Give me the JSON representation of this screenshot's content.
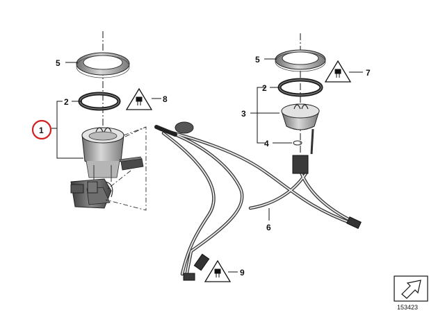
{
  "callouts": {
    "c1": "1",
    "c2_left": "2",
    "c2_right": "2",
    "c3": "3",
    "c4": "4",
    "c5_left": "5",
    "c5_right": "5",
    "c6": "6",
    "c7": "7",
    "c8": "8",
    "c9": "9"
  },
  "reference_number": "153423",
  "colors": {
    "highlight_circle": "#d22020",
    "line": "#111111",
    "part_gray": "#9a9a9a"
  },
  "icons": {
    "warning_connector": "warning-triangle-connector-icon",
    "corner_arrow": "arrow-down-left-icon"
  }
}
